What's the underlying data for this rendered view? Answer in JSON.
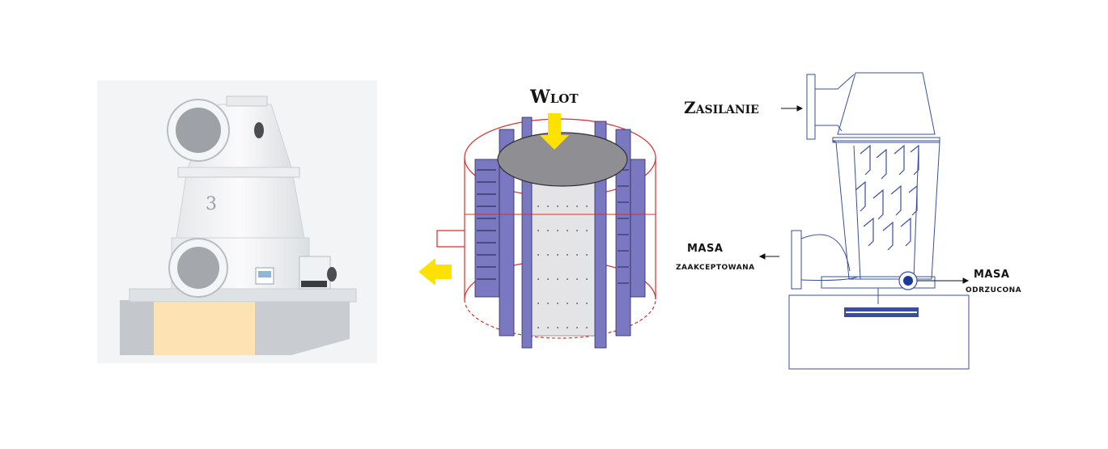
{
  "labels": {
    "inlet": "Wlot",
    "feed": "Zasilanie",
    "accepted_line1": "MASA",
    "accepted_line2": "ZAAKCEPTOWANA",
    "rejected_line1": "MASA",
    "rejected_line2": "ODRZUCONA"
  },
  "colors": {
    "arrow_yellow": "#ffe100",
    "blade_purple": "#7b78c2",
    "dashed_red": "#d63030",
    "schematic_blue": "#3a4f9c",
    "base_beige": "#fde3b4",
    "base_grey": "#c9ccd0"
  },
  "icons": {
    "inlet_arrow": "arrow-down-icon",
    "outlet_arrow": "arrow-left-icon",
    "feed_arrow": "arrow-right-icon",
    "accepted_arrow": "arrow-left-icon",
    "rejected_arrow": "arrow-right-icon"
  }
}
